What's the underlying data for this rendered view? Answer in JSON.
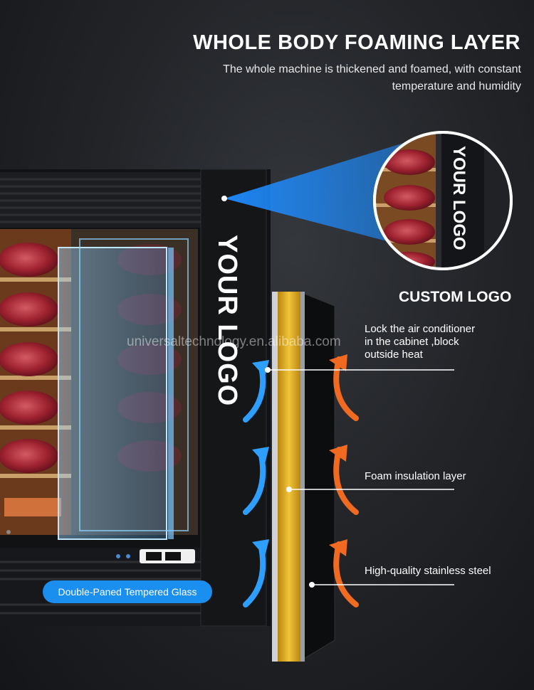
{
  "header": {
    "title": "WHOLE BODY FOAMING LAYER",
    "subtitle_line1": "The whole machine is thickened and foamed, with constant",
    "subtitle_line2": "temperature and humidity"
  },
  "logo_text": "YOUR LOGO",
  "custom_logo_label": "CUSTOM LOGO",
  "callouts": {
    "air_conditioner_line1": "Lock the air conditioner",
    "air_conditioner_line2": "in the cabinet ,block",
    "air_conditioner_line3": "outside heat",
    "foam": "Foam insulation layer",
    "steel": "High-quality stainless steel"
  },
  "glass_badge": "Double-Paned Tempered Glass",
  "watermark": "universaltechnology.en.alibaba.com",
  "colors": {
    "accent_blue": "#1b8ff0",
    "arrow_blue": "#2f9fff",
    "arrow_orange": "#f06a22",
    "foam_gold": "#e3b01c",
    "meat_red": "#a32330"
  }
}
